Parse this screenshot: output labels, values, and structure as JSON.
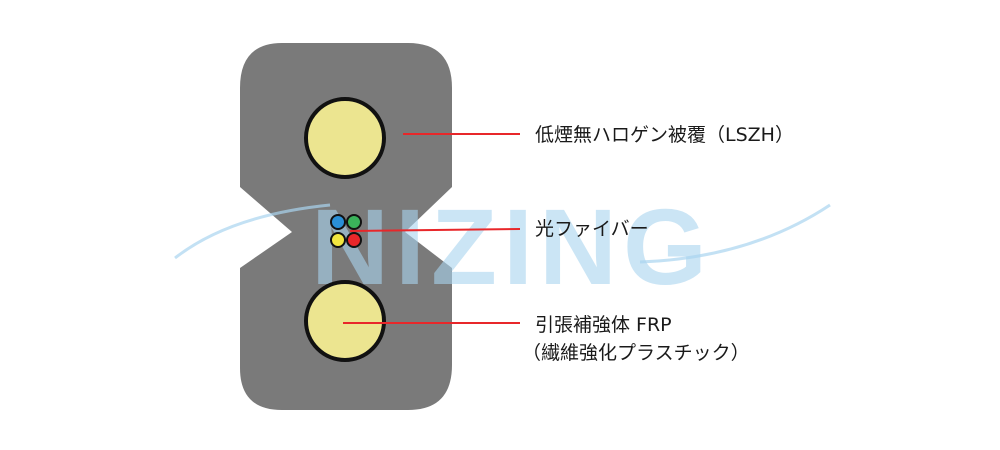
{
  "watermark": {
    "text": "NIZING"
  },
  "labels": {
    "jacket": "低煙無ハロゲン被覆（LSZH）",
    "fiber": "光ファイバー",
    "strength_member_line1": "引張補強体 FRP",
    "strength_member_line2": "（繊維強化プラスチック）"
  },
  "colors": {
    "jacket": "#7a7a7a",
    "strength_member": "#ece590",
    "leader_line": "#e8272a",
    "fiber_blue": "#2a8fd6",
    "fiber_green": "#3bb25a",
    "fiber_yellow": "#f2e640",
    "fiber_red": "#e8272a",
    "watermark": "#a9d4ef"
  }
}
